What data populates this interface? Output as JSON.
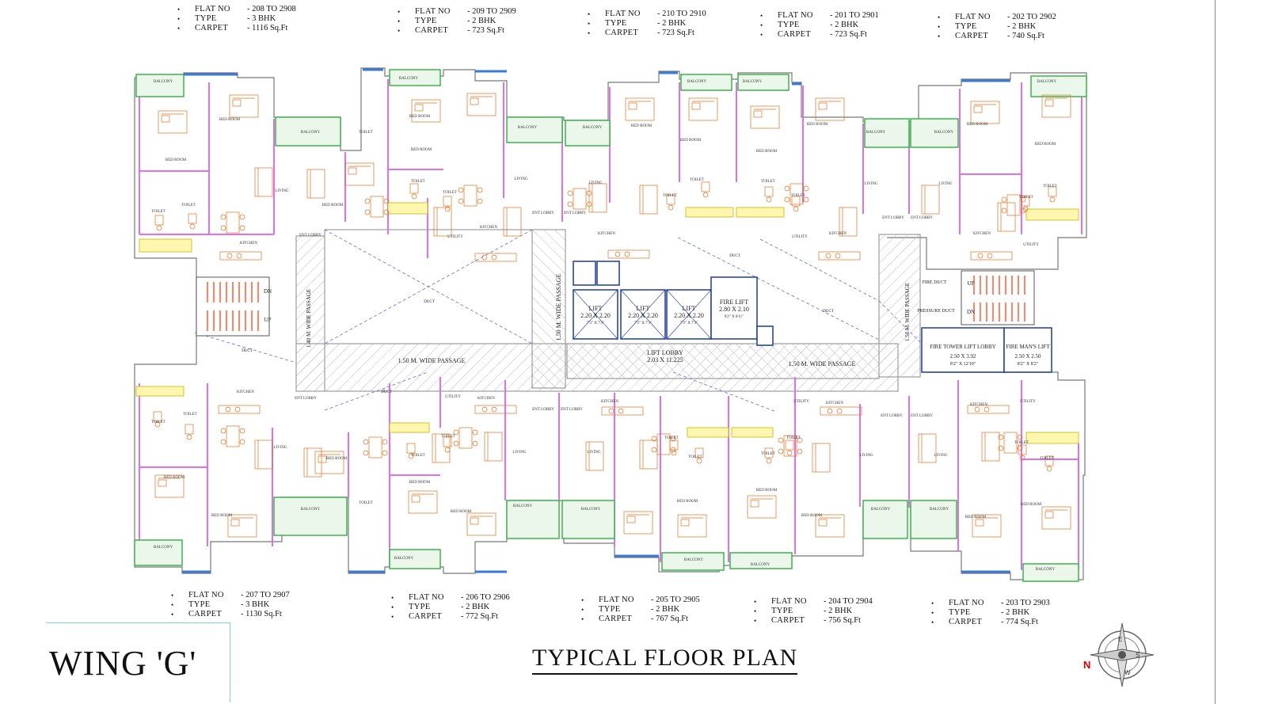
{
  "flats_top": [
    {
      "flat_no": "- 208 TO 2908",
      "type": "- 3 BHK",
      "carpet": "- 1116 Sq.Ft"
    },
    {
      "flat_no": "- 209 TO 2909",
      "type": "- 2 BHK",
      "carpet": "- 723 Sq.Ft"
    },
    {
      "flat_no": "- 210 TO 2910",
      "type": "- 2 BHK",
      "carpet": "- 723 Sq.Ft"
    },
    {
      "flat_no": "- 201 TO 2901",
      "type": "- 2 BHK",
      "carpet": "- 723 Sq.Ft"
    },
    {
      "flat_no": "- 202 TO 2902",
      "type": "- 2 BHK",
      "carpet": "- 740 Sq.Ft"
    }
  ],
  "flats_bottom": [
    {
      "flat_no": "- 207 TO 2907",
      "type": "- 3 BHK",
      "carpet": "- 1130 Sq.Ft"
    },
    {
      "flat_no": "- 206 TO 2906",
      "type": "- 2 BHK",
      "carpet": "- 772 Sq.Ft"
    },
    {
      "flat_no": "- 205 TO 2905",
      "type": "- 2 BHK",
      "carpet": "- 767 Sq.Ft"
    },
    {
      "flat_no": "- 204 TO 2904",
      "type": "- 2 BHK",
      "carpet": "- 756 Sq.Ft"
    },
    {
      "flat_no": "- 203 TO 2903",
      "type": "- 2 BHK",
      "carpet": "- 774 Sq.Ft"
    }
  ],
  "labels": {
    "flat_no": "FLAT NO",
    "type": "TYPE",
    "carpet": "CARPET",
    "bullet": "•"
  },
  "wing_title": "WING 'G'",
  "plan_title": "TYPICAL FLOOR PLAN",
  "plan": {
    "passage_150": "1.50 M. WIDE PASSAGE",
    "passage_140": "1.40 M. WIDE PASSAGE",
    "lift": "LIFT",
    "lift_size": "2.20 X 2.20",
    "lift_ft": "7'3\" X 7'3\"",
    "fire_lift": "FIRE LIFT",
    "fire_lift_size": "2.80 X 2.10",
    "fire_lift_ft": "9'2\" X 6'11\"",
    "lift_lobby": "LIFT LOBBY",
    "lift_lobby_size": "2.03 X 11.225",
    "fire_tower_lobby": "FIRE TOWER LIFT LOBBY",
    "fire_tower_size": "2.50 X 3.92",
    "fire_tower_ft": "8'2\" X 12'10\"",
    "firemans_lift": "FIRE MAN'S LIFT",
    "firemans_size": "2.50 X 2.50",
    "firemans_ft": "8'2\" X 8'2\"",
    "fire_duct": "FIRE DUCT",
    "pressure_duct": "PRESSURE DUCT",
    "duct": "DUCT",
    "up": "UP",
    "dn": "DN",
    "living": "LIVING",
    "kitchen": "KITCHEN",
    "bed_room": "BED ROOM",
    "toilet": "TOILET",
    "balcony": "BALCONY",
    "utility": "UTILITY",
    "ent_lobby": "ENT LOBBY"
  },
  "compass_letters": {
    "n": "N",
    "e": "E",
    "s": "S",
    "w": "W"
  },
  "colors": {
    "walls": "#e8a0f0",
    "furniture": "#e07020",
    "balcony": "#3cb44b",
    "window": "#3a7bd5",
    "stairs": "#ff3300",
    "duct": "#6060d0",
    "passage": "#999999"
  }
}
